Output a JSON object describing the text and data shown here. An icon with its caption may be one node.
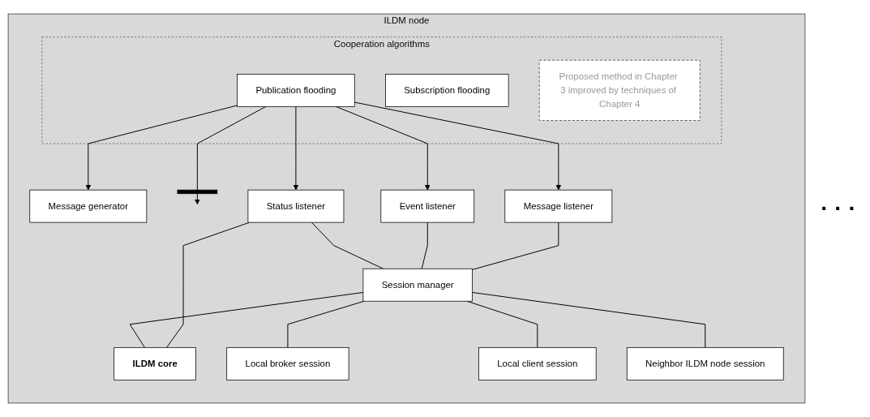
{
  "diagram": {
    "nodes": [
      {
        "text": [
          "ILDM node"
        ]
      },
      {
        "text": [
          "Cooperation algorithms"
        ],
        "in": 0
      },
      {
        "text": [
          "Publication flooding"
        ],
        "in": 1
      },
      {
        "text": [
          "Subscription flooding"
        ],
        "in": 1
      },
      {
        "text": [
          "Proposed method in Chapter 3 improved by techniques of Chapter 4"
        ],
        "in": 1
      },
      {
        "text": [
          "Message listener"
        ],
        "in": 0
      },
      {
        "text": [
          "Event listener"
        ],
        "in": 0
      },
      {
        "text": [
          "Status listener"
        ],
        "in": 0
      },
      {
        "text": [],
        "shape": "bar",
        "in": 0
      },
      {
        "text": [
          "Message generator"
        ],
        "in": 0
      },
      {
        "text": [
          "Session manager"
        ],
        "in": 0
      },
      {
        "text": [
          "Local broker session"
        ],
        "in": 0
      },
      {
        "text": [
          "Local client session"
        ],
        "in": 0
      },
      {
        "text": [
          "Neighbor ILDM node session"
        ],
        "in": 0
      },
      {
        "text": [
          "ILDM core"
        ],
        "in": 0
      }
    ],
    "edges": [
      {
        "from": 2,
        "to": 9,
        "arrow": "to"
      },
      {
        "from": 2,
        "to": 8,
        "arrow": "to"
      },
      {
        "from": 2,
        "to": 5,
        "arrow": "to"
      },
      {
        "from": 2,
        "to": 6,
        "arrow": "to"
      },
      {
        "from": 2,
        "to": 7,
        "arrow": "to"
      },
      {
        "from": 5,
        "to": 10,
        "arrow": "none"
      },
      {
        "from": 6,
        "to": 10,
        "arrow": "none"
      },
      {
        "from": 7,
        "to": 10,
        "arrow": "none"
      },
      {
        "from": 7,
        "to": 14,
        "arrow": "none"
      },
      {
        "from": 10,
        "to": 14,
        "arrow": "none"
      },
      {
        "from": 10,
        "to": 11,
        "arrow": "none"
      },
      {
        "from": 10,
        "to": 12,
        "arrow": "none"
      },
      {
        "from": 10,
        "to": 13,
        "arrow": "none"
      }
    ],
    "labels": [
      "· · ·"
    ]
  }
}
